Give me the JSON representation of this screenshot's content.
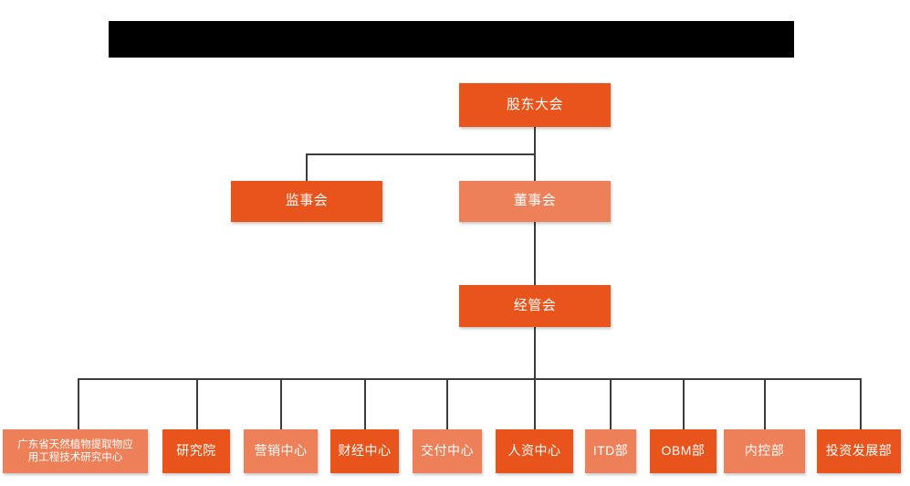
{
  "diagram": {
    "type": "org-chart",
    "title_bar": {
      "content": "",
      "redacted": true
    },
    "colors": {
      "accent_dark": "#E8541C",
      "accent_light": "#EE8059",
      "connector": "#3C3C3C",
      "text": "#FFFFFF",
      "background": "#FFFFFF",
      "redaction": "#000000"
    },
    "levels": [
      {
        "level": 1,
        "nodes": [
          {
            "id": "shareholders",
            "label": "股东大会",
            "style": "dark"
          }
        ]
      },
      {
        "level": 2,
        "nodes": [
          {
            "id": "supervisors",
            "label": "监事会",
            "style": "dark"
          },
          {
            "id": "directors",
            "label": "董事会",
            "style": "light"
          }
        ]
      },
      {
        "level": 3,
        "nodes": [
          {
            "id": "management",
            "label": "经管会",
            "style": "dark"
          }
        ]
      },
      {
        "level": 4,
        "nodes": [
          {
            "id": "research-center",
            "label": "广东省天然植物提取物应用工程技术研究中心",
            "line1": "广东省天然植物提取物应",
            "line2": "用工程技术研究中心",
            "style": "light"
          },
          {
            "id": "research-institute",
            "label": "研究院",
            "style": "dark"
          },
          {
            "id": "marketing-center",
            "label": "营销中心",
            "style": "light"
          },
          {
            "id": "finance-center",
            "label": "财经中心",
            "style": "dark"
          },
          {
            "id": "delivery-center",
            "label": "交付中心",
            "style": "light"
          },
          {
            "id": "hr-center",
            "label": "人资中心",
            "style": "dark"
          },
          {
            "id": "itd-dept",
            "label": "ITD部",
            "style": "light"
          },
          {
            "id": "obm-dept",
            "label": "OBM部",
            "style": "dark"
          },
          {
            "id": "internal-control-dept",
            "label": "内控部",
            "style": "light"
          },
          {
            "id": "investment-dev-dept",
            "label": "投资发展部",
            "style": "dark"
          }
        ]
      }
    ]
  }
}
